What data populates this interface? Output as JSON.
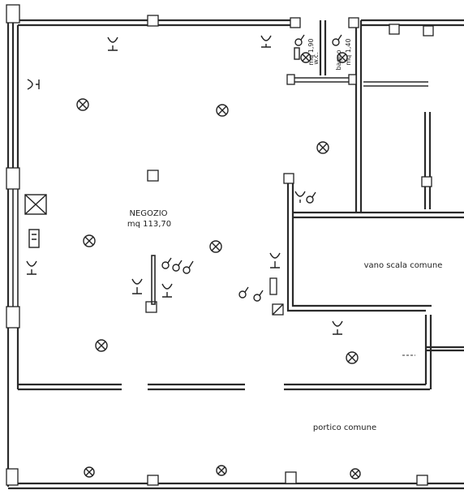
{
  "rooms": {
    "negozio_name": "NEGOZIO",
    "negozio_area": "mq 113,70",
    "stair": "vano scala comune",
    "portico": "portico comune",
    "bagno1_name": "w.c.",
    "bagno1_area": "mq 1,90",
    "bagno2_name": "bagno",
    "bagno2_area": "mq 1,40"
  },
  "colors": {
    "ink": "#222222",
    "paper": "#ffffff"
  }
}
